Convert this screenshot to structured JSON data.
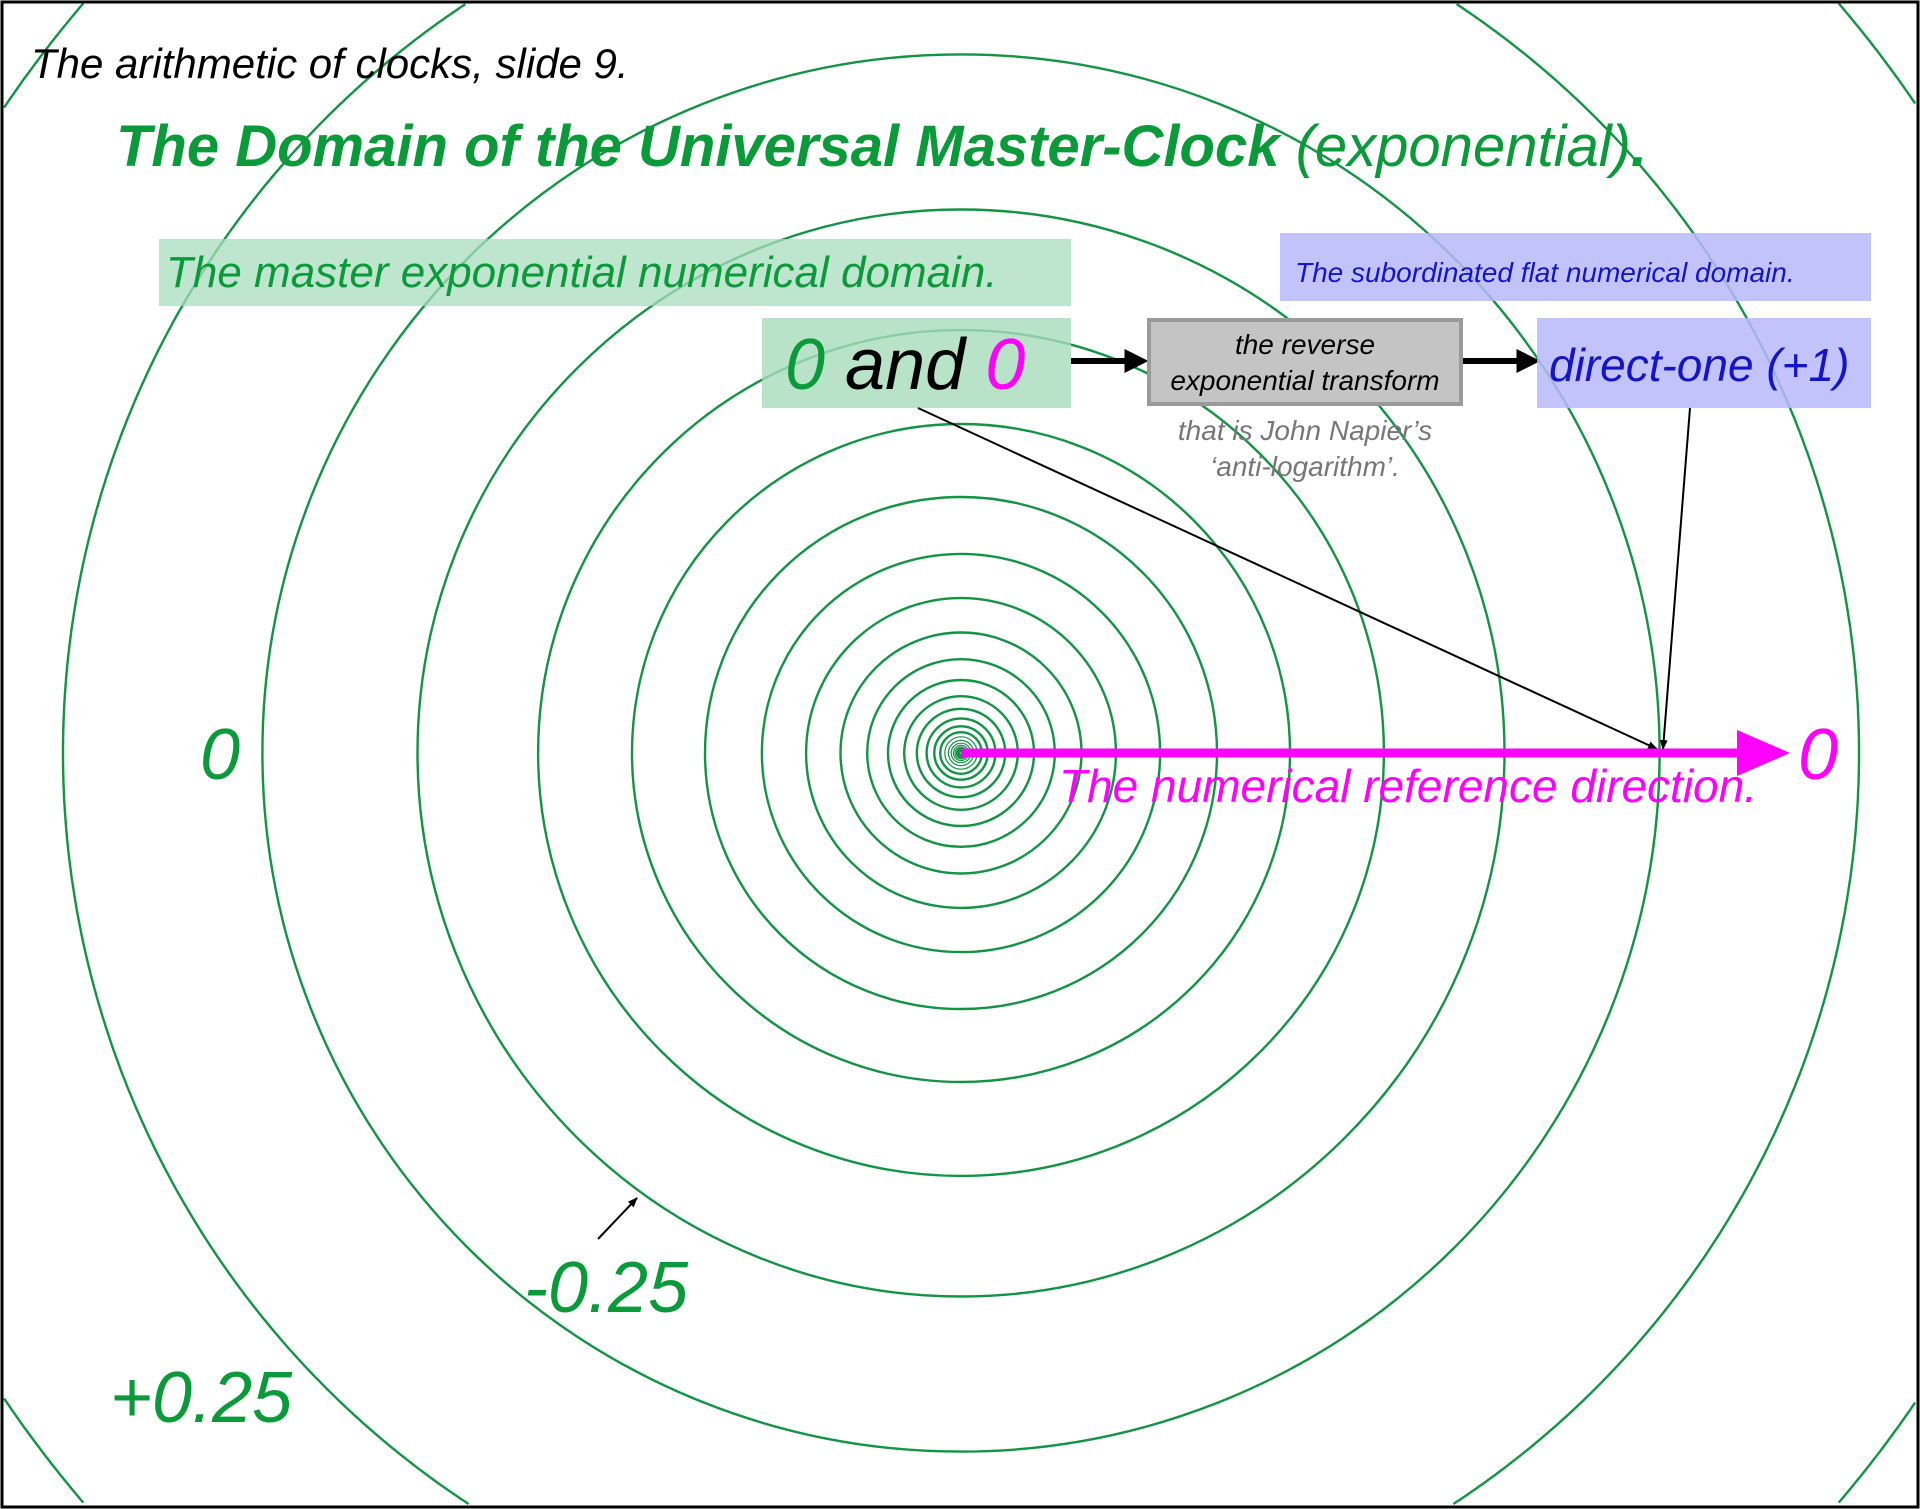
{
  "slide_label": "The arithmetic of clocks, slide 9.",
  "title": {
    "bold": "The Domain of the Universal Master-Clock",
    "normal": " (exponential)",
    "end": "."
  },
  "master_domain_label": "The master exponential numerical domain.",
  "subordinate_domain_label": "The subordinated flat numerical domain.",
  "input_box": {
    "zero_green": "0",
    "and": " and ",
    "zero_magenta": "0"
  },
  "transform_box": {
    "line1": "the reverse",
    "line2": "exponential transform"
  },
  "transform_caption": {
    "line1": "that is John Napier’s",
    "line2": "‘anti-logarithm’."
  },
  "output_box": {
    "text": "direct-one ",
    "value": "(+1)"
  },
  "reference_direction_label": "The numerical reference direction.",
  "reference_zero": "0",
  "left_zero": "0",
  "minus_label": "-0.25",
  "plus_label": "+0.25",
  "colors": {
    "green": "#0a9a3a",
    "circle": "#129444",
    "magenta": "#ff00ff",
    "blue": "#1414c8",
    "green_box": "#a8dcbc",
    "blue_box": "#b8b8fa",
    "gray_box": "#c4c4c4"
  }
}
